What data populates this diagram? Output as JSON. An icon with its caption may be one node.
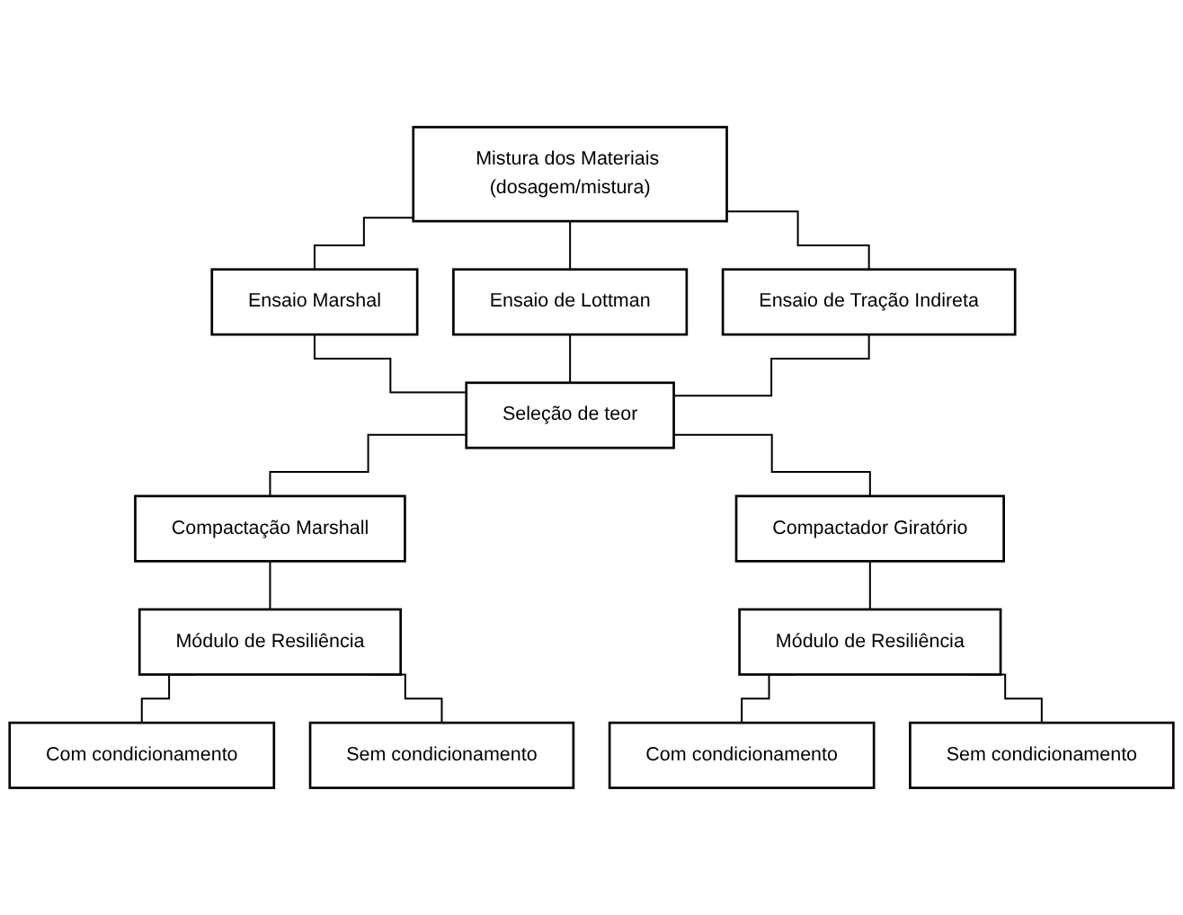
{
  "diagram": {
    "nodes": [
      {
        "text": [
          "Mistura dos Materiais (dosagem/mistura)"
        ]
      },
      {
        "text": [
          "Ensaio Marshal"
        ]
      },
      {
        "text": [
          "Ensaio de Lottman"
        ]
      },
      {
        "text": [
          "Ensaio de Tração Indireta"
        ]
      },
      {
        "text": [
          "Seleção de teor"
        ]
      },
      {
        "text": [
          "Compactação Marshall"
        ]
      },
      {
        "text": [
          "Compactador Giratório"
        ]
      },
      {
        "text": [
          "Módulo de Resiliência"
        ]
      },
      {
        "text": [
          "Módulo de Resiliência"
        ]
      },
      {
        "text": [
          "Com condicionamento"
        ]
      },
      {
        "text": [
          "Sem condicionamento"
        ]
      },
      {
        "text": [
          "Com condicionamento"
        ]
      },
      {
        "text": [
          "Sem condicionamento"
        ]
      }
    ],
    "edges": [
      {
        "from": 0,
        "to": 1,
        "arrow": "none"
      },
      {
        "from": 0,
        "to": 2,
        "arrow": "none"
      },
      {
        "from": 0,
        "to": 3,
        "arrow": "none"
      },
      {
        "from": 1,
        "to": 4,
        "arrow": "none"
      },
      {
        "from": 2,
        "to": 4,
        "arrow": "none"
      },
      {
        "from": 3,
        "to": 4,
        "arrow": "none"
      },
      {
        "from": 4,
        "to": 5,
        "arrow": "none"
      },
      {
        "from": 4,
        "to": 6,
        "arrow": "none"
      },
      {
        "from": 5,
        "to": 7,
        "arrow": "none"
      },
      {
        "from": 6,
        "to": 8,
        "arrow": "none"
      },
      {
        "from": 7,
        "to": 9,
        "arrow": "none"
      },
      {
        "from": 7,
        "to": 10,
        "arrow": "none"
      },
      {
        "from": 8,
        "to": 11,
        "arrow": "none"
      },
      {
        "from": 8,
        "to": 12,
        "arrow": "none"
      }
    ]
  }
}
